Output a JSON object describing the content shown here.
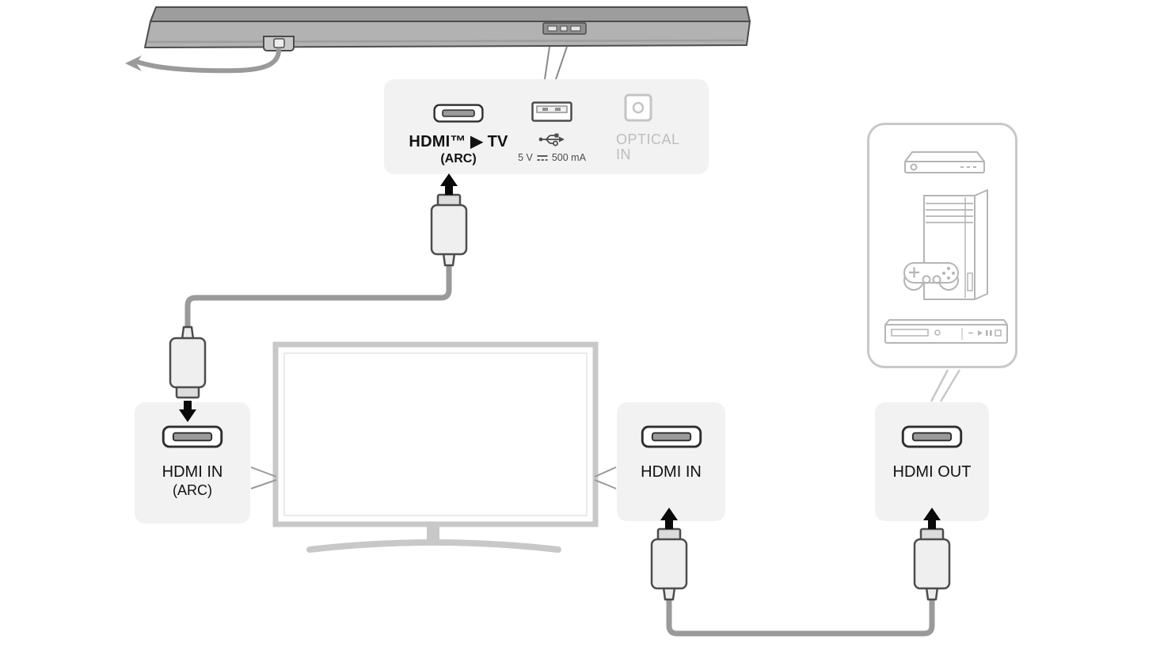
{
  "colors": {
    "cable_gray": "#9a9a9a",
    "panel_fill": "#f2f2f2",
    "light_outline": "#c8c8c8",
    "dark_outline": "#4c4c4c",
    "muted_text": "#bdbdbd",
    "text": "#111111"
  },
  "soundbar_panel": {
    "hdmi_label": "HDMI™ ▶ TV",
    "hdmi_sublabel": "(ARC)",
    "usb_power_prefix": "5 V",
    "usb_power_suffix": "500 mA",
    "optical_line1": "OPTICAL",
    "optical_line2": "IN"
  },
  "connections": {
    "tv_arc_port": {
      "line1": "HDMI IN",
      "line2": "(ARC)"
    },
    "tv_input_port": {
      "label": "HDMI IN"
    },
    "device_output_port": {
      "label": "HDMI OUT"
    }
  },
  "icons": {
    "ports": [
      "hdmi-port-icon",
      "usb-port-icon",
      "usb-icon",
      "dc-symbol-icon",
      "optical-port-icon"
    ],
    "illustrations": [
      "soundbar",
      "tv",
      "set-top-box-icon",
      "game-console-icon",
      "gamepad-icon",
      "disc-player-icon"
    ],
    "connectors": [
      "hdmi-plug-icon",
      "arrow-icon",
      "hdmi-cable",
      "power-cable"
    ]
  }
}
